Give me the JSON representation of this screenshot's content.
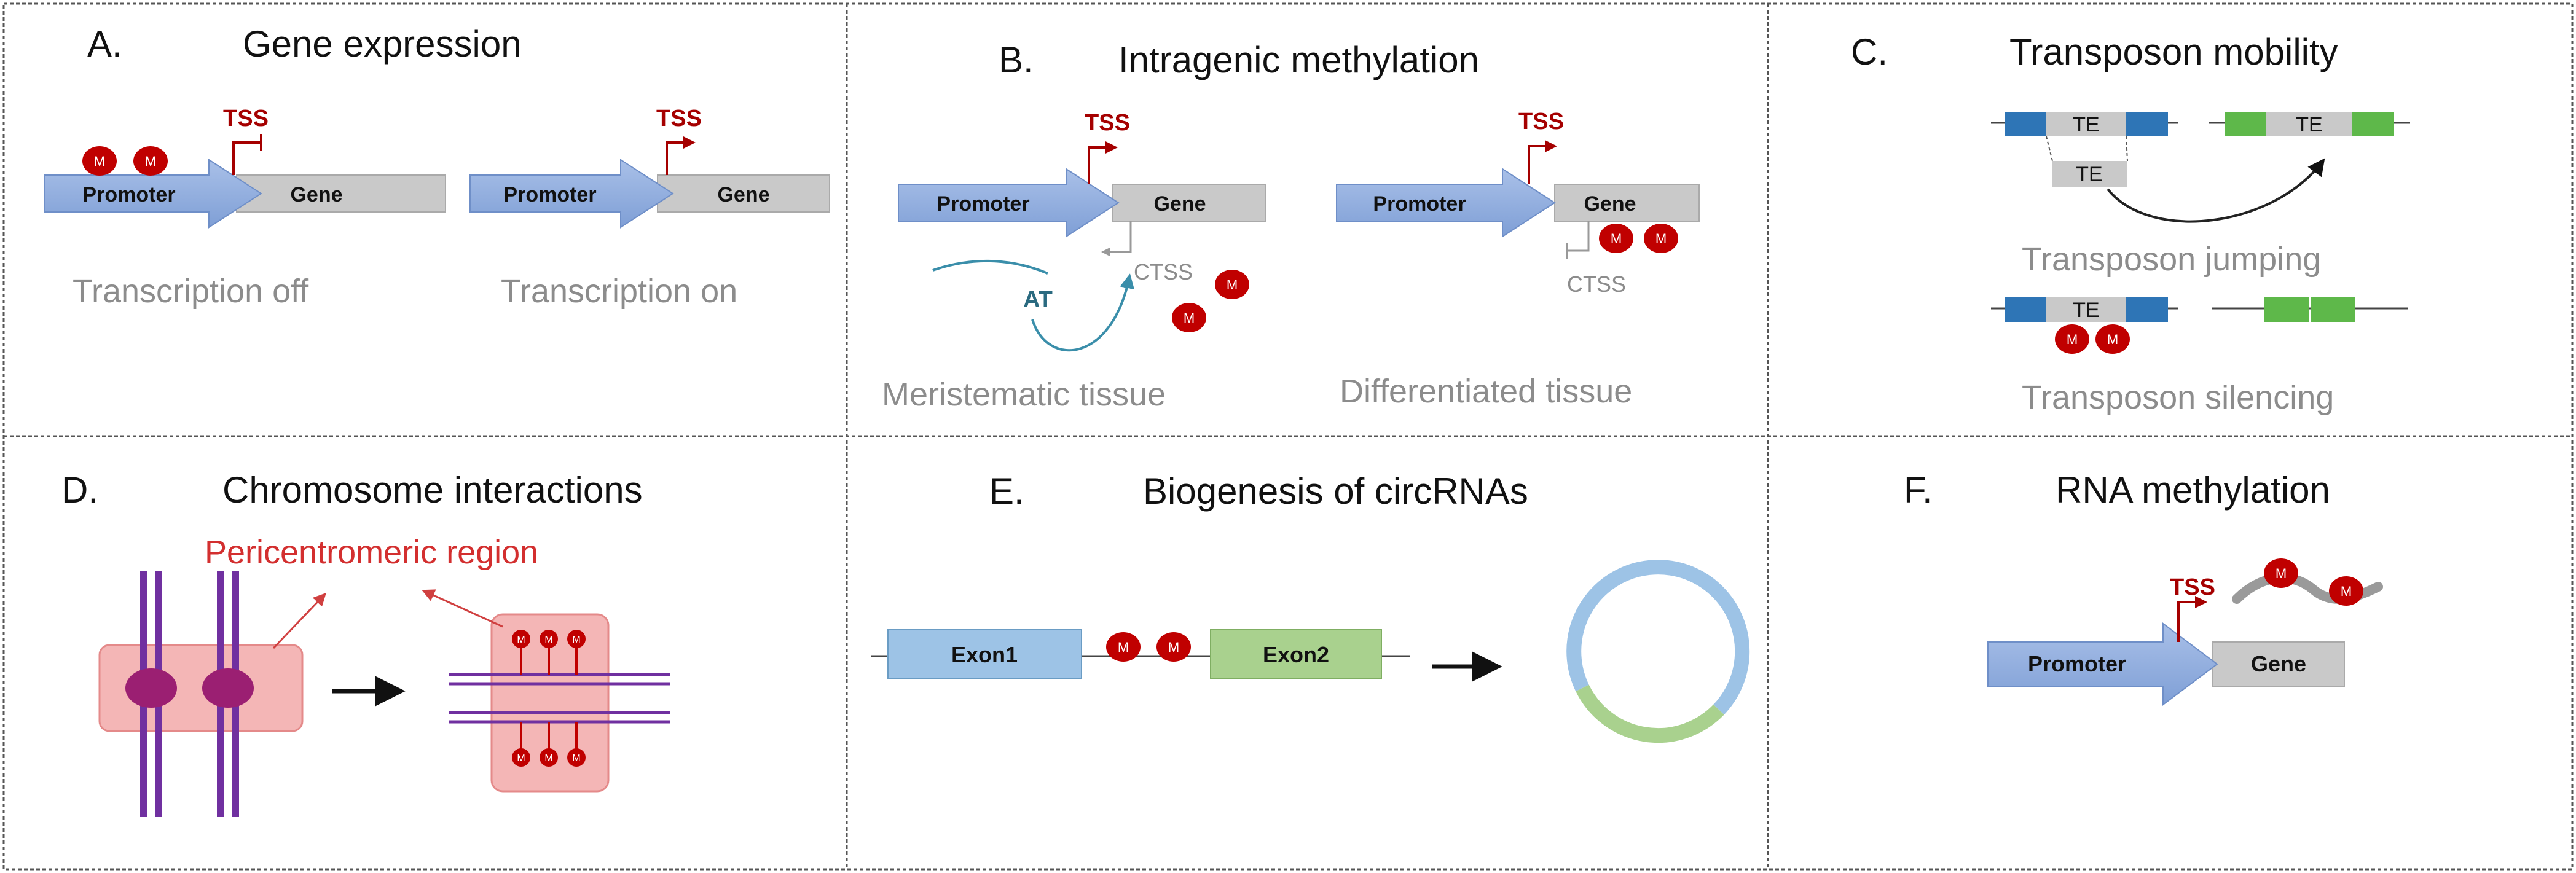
{
  "colors": {
    "border": "#555555",
    "promoter_fill": "#8eaadb",
    "gene_fill": "#c9c9c9",
    "methyl_red": "#c00000",
    "tss_red": "#a50000",
    "caption_gray": "#8c8c8c",
    "exon1_fill": "#9dc3e6",
    "exon2_fill": "#a9d18e",
    "te_blue": "#2e75b6",
    "te_green": "#5eb84a",
    "chrom_purple": "#7030a0",
    "pink_region": "#f4b6b6"
  },
  "common": {
    "methyl_label": "M",
    "tss_label": "TSS",
    "promoter_label": "Promoter",
    "gene_label": "Gene",
    "te_label": "TE",
    "ctss_label": "CTSS"
  },
  "panels": {
    "A": {
      "letter": "A.",
      "title": "Gene expression",
      "caption_left": "Transcription off",
      "caption_right": "Transcription on"
    },
    "B": {
      "letter": "B.",
      "title": "Intragenic methylation",
      "antisense_label": "AT",
      "caption_left": "Meristematic tissue",
      "caption_right": "Differentiated tissue"
    },
    "C": {
      "letter": "C.",
      "title": "Transposon mobility",
      "caption_top": "Transposon jumping",
      "caption_bottom": "Transposon silencing"
    },
    "D": {
      "letter": "D.",
      "title": "Chromosome interactions",
      "region_label": "Pericentromeric region"
    },
    "E": {
      "letter": "E.",
      "title": "Biogenesis of circRNAs",
      "exon1_label": "Exon1",
      "exon2_label": "Exon2"
    },
    "F": {
      "letter": "F.",
      "title": "RNA methylation"
    }
  }
}
